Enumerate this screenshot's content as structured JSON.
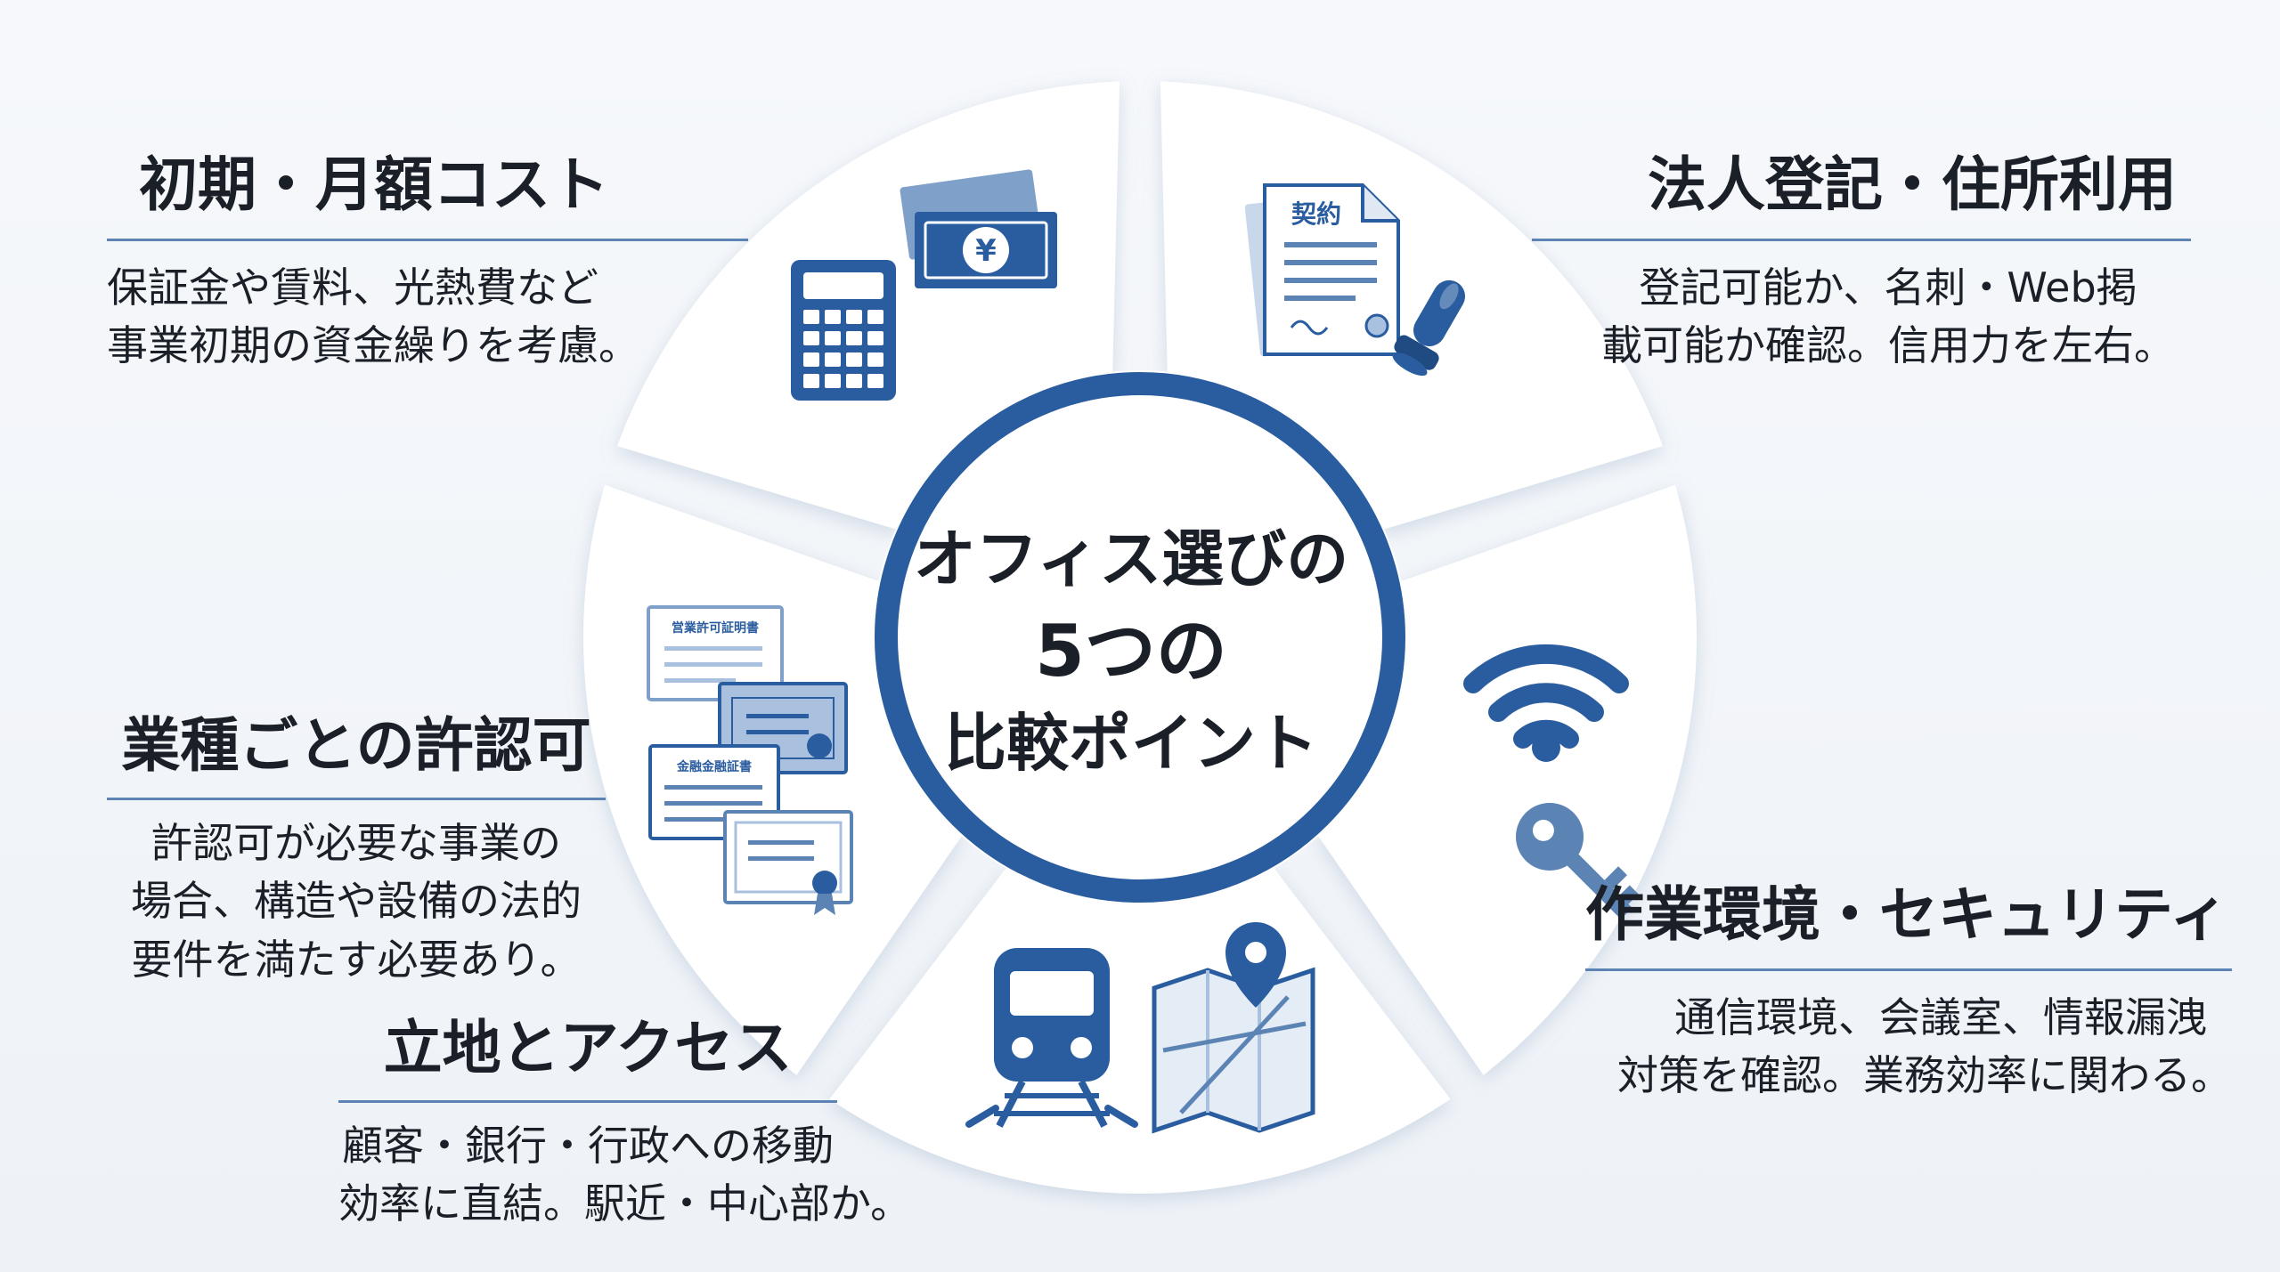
{
  "center": {
    "line1": "オフィス選びの",
    "line2": "5つの",
    "line3": "比較ポイント"
  },
  "points": [
    {
      "title": "初期・月額コスト",
      "desc": [
        "保証金や賃料、光熱費など",
        "事業初期の資金繰りを考慮。"
      ]
    },
    {
      "title": "法人登記・住所利用",
      "desc": [
        "登記可能か、名刺・Web掲",
        "載可能か確認。信用力を左右。"
      ]
    },
    {
      "title": "作業環境・セキュリティ",
      "desc": [
        "通信環境、会議室、情報漏洩",
        "対策を確認。業務効率に関わる。"
      ]
    },
    {
      "title": "立地とアクセス",
      "desc": [
        "顧客・銀行・行政への移動",
        "効率に直結。駅近・中心部か。"
      ]
    },
    {
      "title": "業種ごとの許認可",
      "desc": [
        "許認可が必要な事業の",
        "場合、構造や設備の法的",
        "要件を満たす必要あり。"
      ]
    }
  ],
  "icons": {
    "money": "¥",
    "contract": "契約",
    "certificates": [
      "営業許可証明書",
      "金融金融証書"
    ]
  },
  "colors": {
    "primary": "#2a5d9f",
    "accent": "#5b84b4",
    "light": "#a9c1de",
    "segment": "#ffffff"
  }
}
